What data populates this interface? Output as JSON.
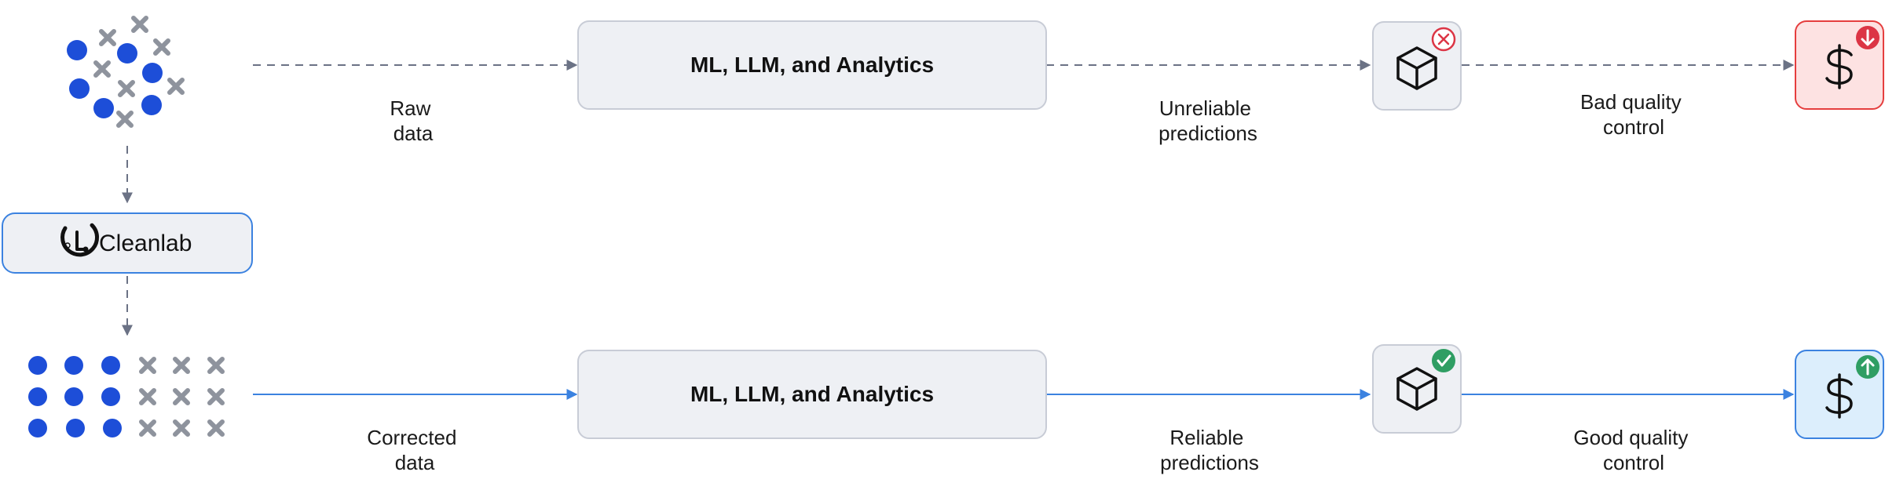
{
  "colors": {
    "dot": "#1d4ed8",
    "cross": "#8e939d",
    "dashed_line": "#6b7285",
    "solid_line": "#3b82e0",
    "box_fill": "#eef0f4",
    "box_stroke": "#c8ccd6",
    "cleanlab_stroke": "#3b82e0",
    "bad_fill": "#fde2e2",
    "bad_stroke": "#e53e3e",
    "good_fill": "#dceefc",
    "good_stroke": "#3b82e0",
    "success": "#2f9e63",
    "error": "#dc3545"
  },
  "top_row": {
    "data_label": [
      "Raw",
      "data"
    ],
    "process_label": "ML, LLM, and Analytics",
    "prediction_label": [
      "Unreliable",
      "predictions"
    ],
    "outcome_label": [
      "Bad quality",
      "control"
    ],
    "model_icon": "cube-icon",
    "model_badge_icon": "error-x-icon",
    "outcome_icon": "dollar-icon",
    "outcome_badge_icon": "arrow-down-icon"
  },
  "cleanlab": {
    "label": "Cleanlab",
    "logo_icon": "cleanlab-logo-icon"
  },
  "bottom_row": {
    "data_label": [
      "Corrected",
      "data"
    ],
    "process_label": "ML, LLM, and Analytics",
    "prediction_label": [
      "Reliable",
      "predictions"
    ],
    "outcome_label": [
      "Good quality",
      "control"
    ],
    "model_icon": "cube-icon",
    "model_badge_icon": "check-icon",
    "outcome_icon": "dollar-icon",
    "outcome_badge_icon": "arrow-up-icon"
  }
}
